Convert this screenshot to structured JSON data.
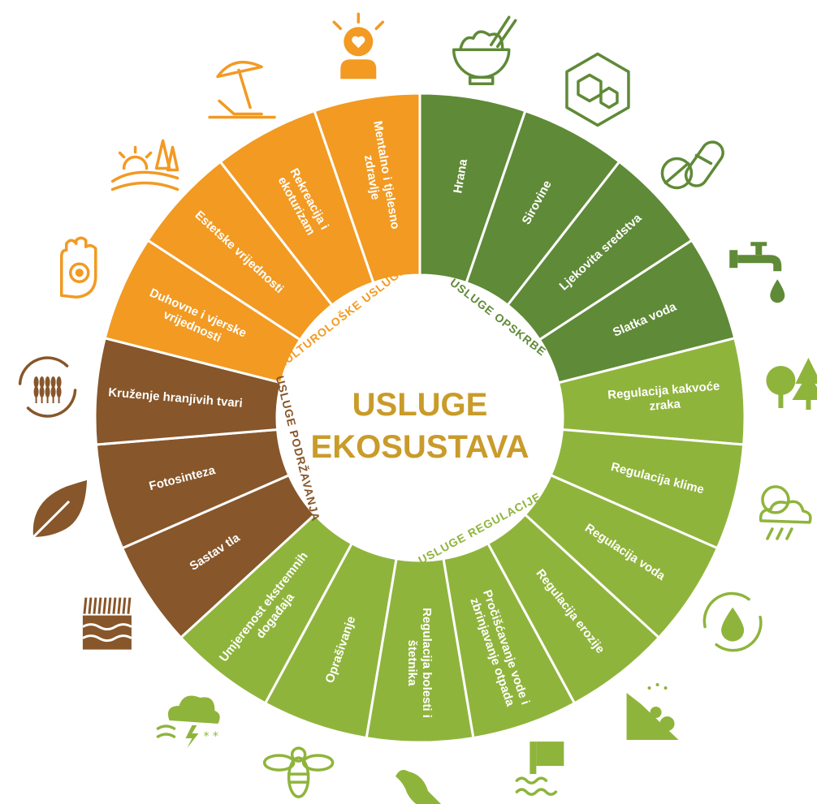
{
  "title": {
    "line1": "USLUGE",
    "line2": "EKOSUSTAVA"
  },
  "colors": {
    "orange": "#f29a22",
    "dark_green": "#5f8a37",
    "light_green": "#8fb43c",
    "brown": "#87562a",
    "title": "#c99b2a",
    "white": "#ffffff"
  },
  "categories": [
    {
      "id": "opskrbe",
      "label": "USLUGE OPSKRBE",
      "color_key": "dark_green"
    },
    {
      "id": "regulacije",
      "label": "USLUGE REGULACIJE",
      "color_key": "light_green"
    },
    {
      "id": "podrzavanja",
      "label": "USLUGE PODRŽAVANJA",
      "color_key": "brown"
    },
    {
      "id": "kulturoloske",
      "label": "KULTUROLOŠKE USLUGE",
      "color_key": "orange"
    }
  ],
  "segments": [
    {
      "category": "opskrbe",
      "lines": [
        "Hrana"
      ],
      "icon": "food-bowl-icon"
    },
    {
      "category": "opskrbe",
      "lines": [
        "Sirovine"
      ],
      "icon": "raw-materials-hexagon-icon"
    },
    {
      "category": "opskrbe",
      "lines": [
        "Ljekovita sredstva"
      ],
      "icon": "medicine-pills-icon"
    },
    {
      "category": "opskrbe",
      "lines": [
        "Slatka voda"
      ],
      "icon": "water-tap-icon"
    },
    {
      "category": "regulacije",
      "lines": [
        "Regulacija kakvoće",
        "zraka"
      ],
      "icon": "trees-icon"
    },
    {
      "category": "regulacije",
      "lines": [
        "Regulacija klime"
      ],
      "icon": "weather-sun-cloud-rain-icon"
    },
    {
      "category": "regulacije",
      "lines": [
        "Regulacija voda"
      ],
      "icon": "water-cycle-icon"
    },
    {
      "category": "regulacije",
      "lines": [
        "Regulacija erozije"
      ],
      "icon": "erosion-slope-icon"
    },
    {
      "category": "regulacije",
      "lines": [
        "Pročišćavanje vode i",
        "zbrinjavanje otpada"
      ],
      "icon": "water-treatment-pipe-icon"
    },
    {
      "category": "regulacije",
      "lines": [
        "Regulacija bolesti i",
        "štetnika"
      ],
      "icon": "bird-icon"
    },
    {
      "category": "regulacije",
      "lines": [
        "Oprašivanje"
      ],
      "icon": "bee-icon"
    },
    {
      "category": "regulacije",
      "lines": [
        "Umjerenost ekstremnih",
        "događaja"
      ],
      "icon": "storm-cloud-icon"
    },
    {
      "category": "podrzavanja",
      "lines": [
        "Sastav tla"
      ],
      "icon": "soil-layers-icon"
    },
    {
      "category": "podrzavanja",
      "lines": [
        "Fotosinteza"
      ],
      "icon": "leaf-icon"
    },
    {
      "category": "podrzavanja",
      "lines": [
        "Kruženje hranjivih tvari"
      ],
      "icon": "nutrient-cycle-wheat-icon"
    },
    {
      "category": "kulturoloske",
      "lines": [
        "Duhovne i vjerske",
        "vrijednosti"
      ],
      "icon": "spiritual-hand-icon"
    },
    {
      "category": "kulturoloske",
      "lines": [
        "Estetske vrijednosti"
      ],
      "icon": "landscape-sun-icon"
    },
    {
      "category": "kulturoloske",
      "lines": [
        "Rekreacija i",
        "ekoturizam"
      ],
      "icon": "beach-umbrella-icon"
    },
    {
      "category": "kulturoloske",
      "lines": [
        "Mentalno i tjelesno",
        "zdravlje"
      ],
      "icon": "mental-health-person-icon"
    }
  ]
}
